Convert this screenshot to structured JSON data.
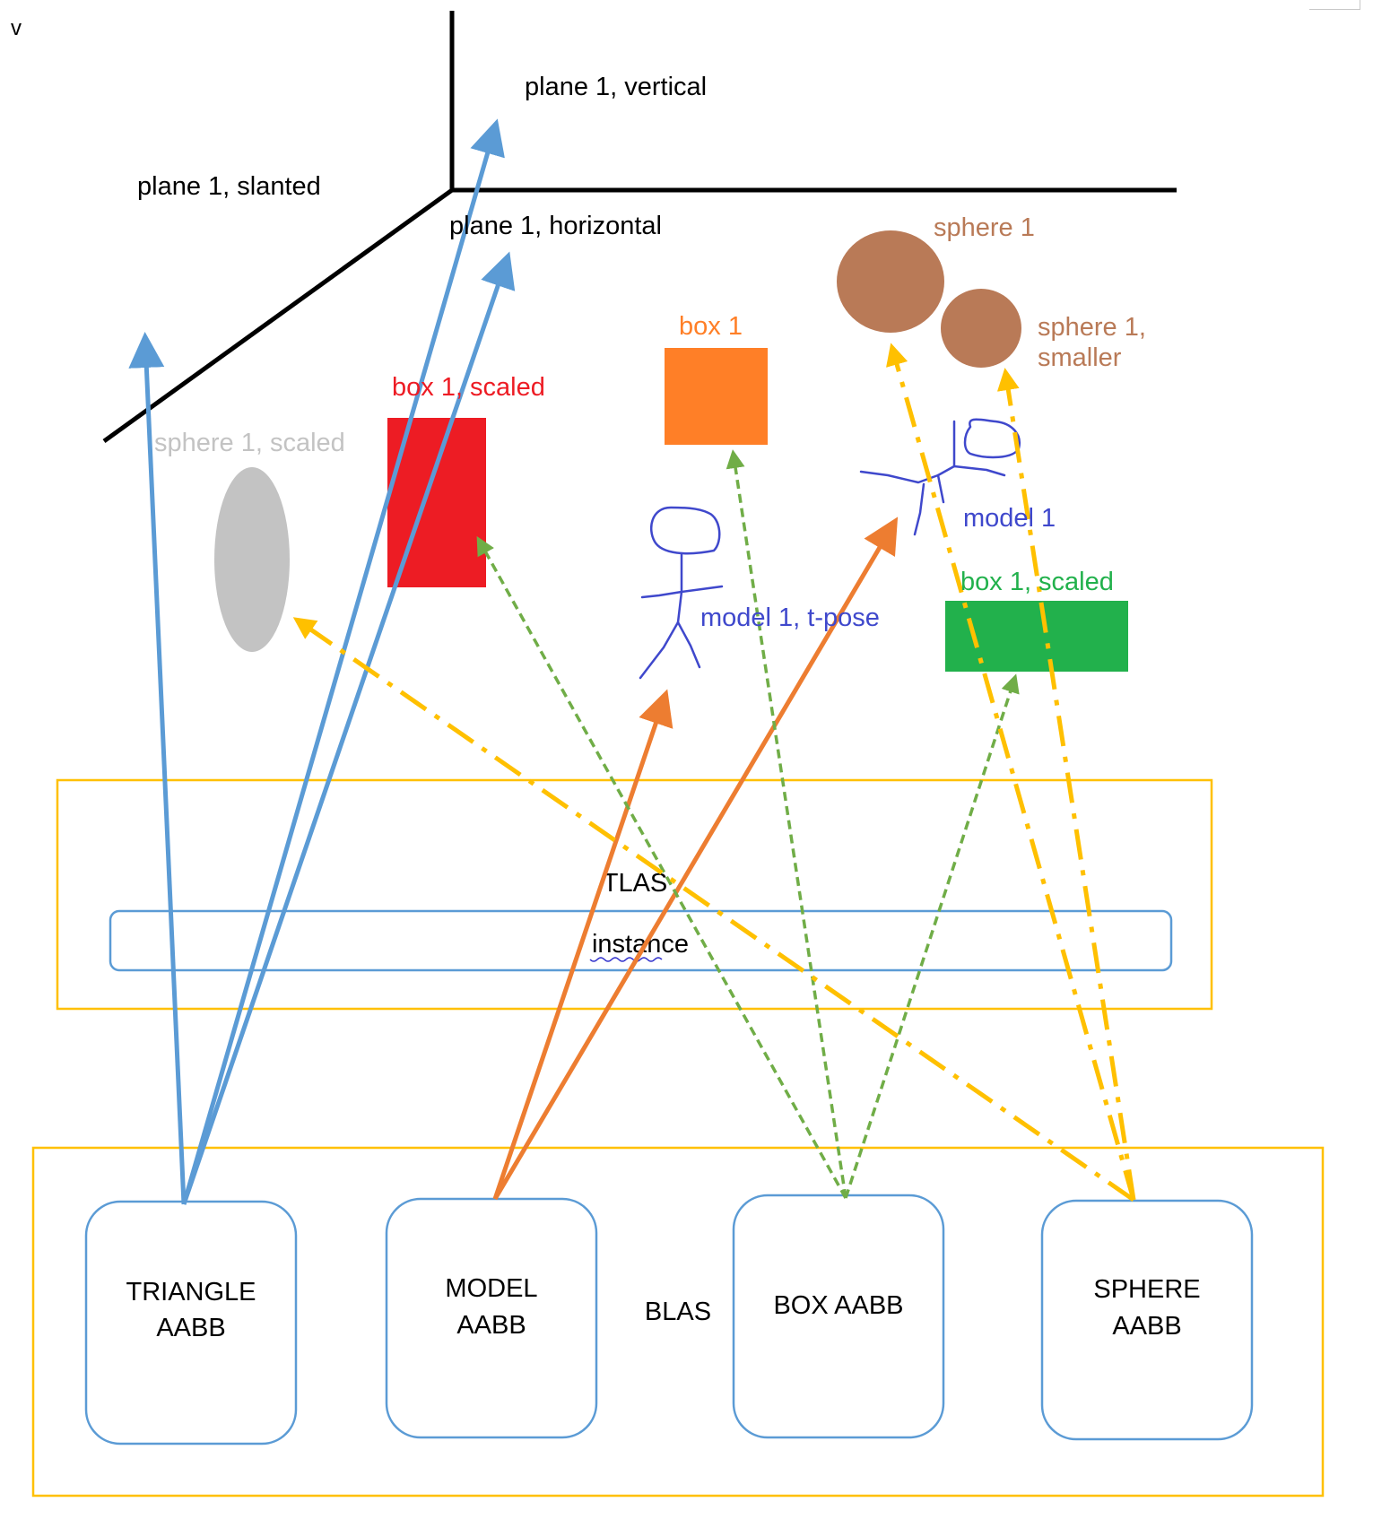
{
  "corner_text": "v",
  "scene": {
    "plane_vertical": "plane 1, vertical",
    "plane_slanted": "plane 1, slanted",
    "plane_horizontal": "plane 1, horizontal",
    "sphere1": "sphere 1",
    "sphere1_smaller_line1": "sphere 1,",
    "sphere1_smaller_line2": "smaller",
    "box1": "box 1",
    "box1_scaled_red": "box 1, scaled",
    "sphere1_scaled": "sphere 1, scaled",
    "model1": "model 1",
    "model1_tpose": "model 1, t-pose",
    "box1_scaled_green": "box 1, scaled"
  },
  "tlas": {
    "label": "TLAS",
    "instance": "instance"
  },
  "blas": {
    "label": "BLAS",
    "triangle_line1": "TRIANGLE",
    "triangle_line2": "AABB",
    "model_line1": "MODEL",
    "model_line2": "AABB",
    "box": "BOX AABB",
    "sphere_line1": "SPHERE",
    "sphere_line2": "AABB"
  },
  "colors": {
    "axis": "#000000",
    "triangle_arrows": "#5b9bd5",
    "model_arrows": "#ed7d31",
    "box_arrows": "#70ad47",
    "sphere_arrows": "#ffc000",
    "tlas_border": "#ffc000",
    "blas_border": "#ffc000",
    "node_border": "#5b9bd5",
    "sphere_brown": "#b97a57",
    "box_orange": "#ff7f27",
    "box_red": "#ed1c24",
    "box_green": "#22b14c",
    "sphere_gray": "#c3c3c3",
    "model_blue": "#3f48cc"
  },
  "icons": [
    "stick-figure-icon"
  ]
}
